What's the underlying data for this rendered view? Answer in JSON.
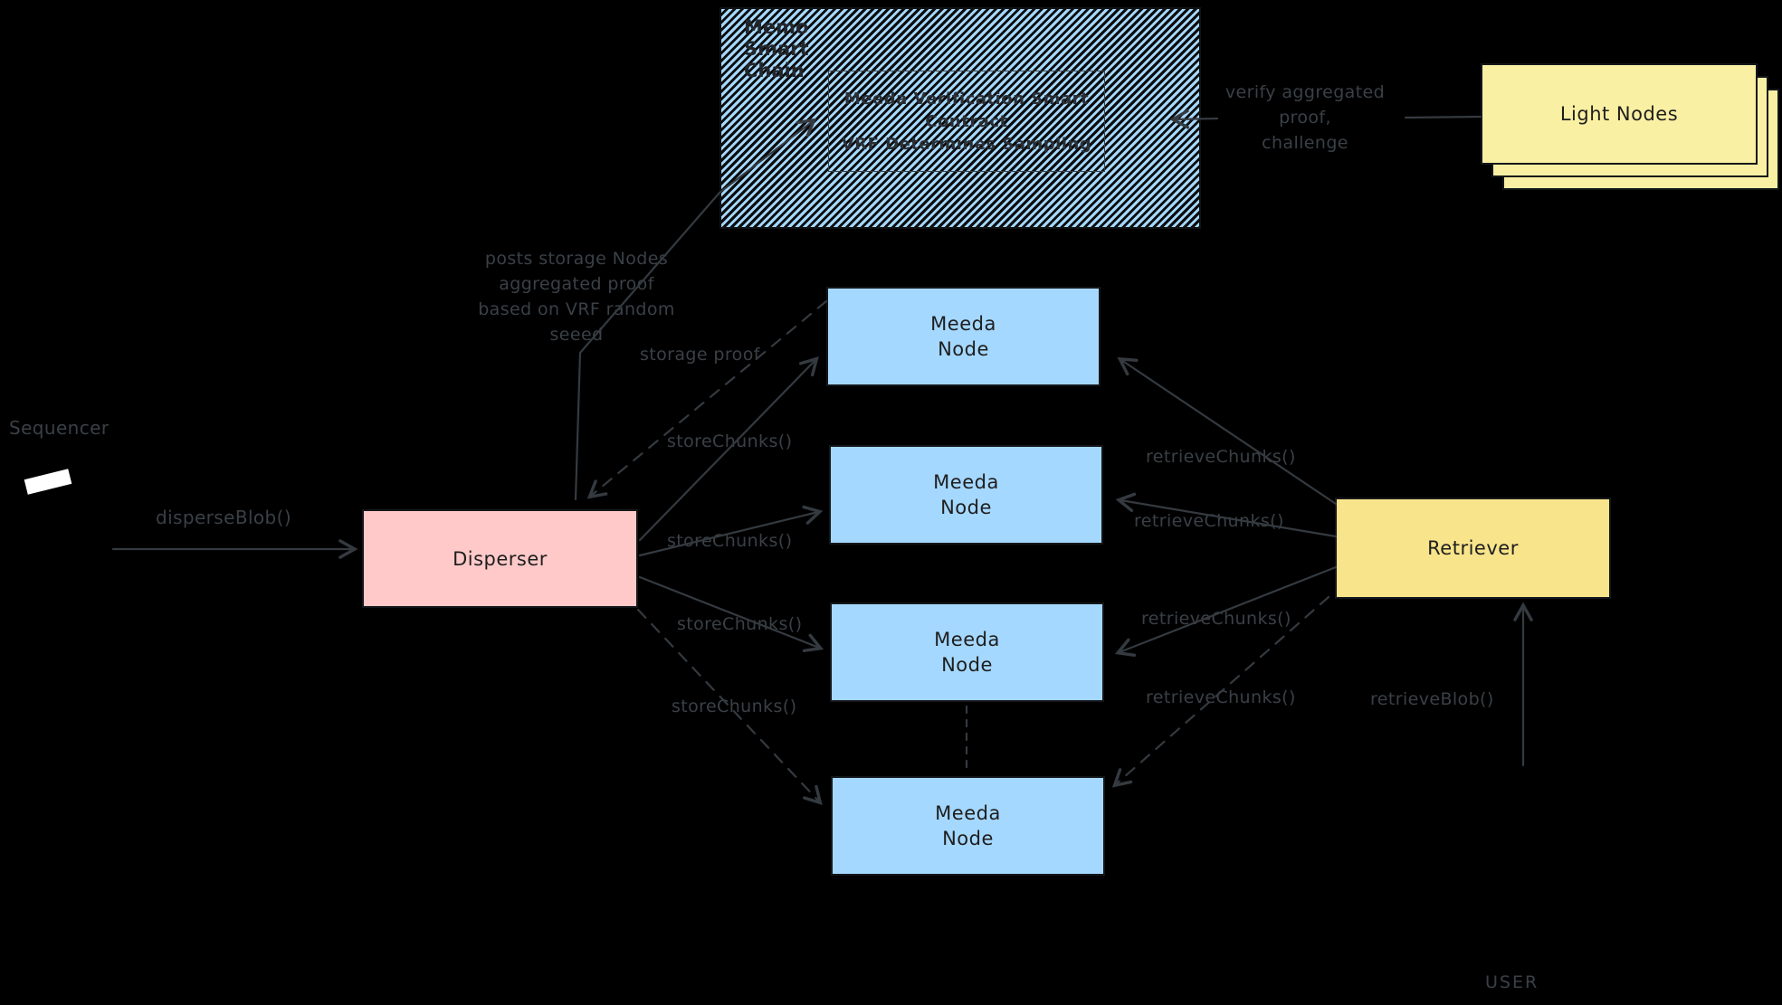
{
  "diagram": {
    "background_color": "#000000",
    "stroke_color": "#343a40",
    "chain_box": {
      "title": "Memo Smart Chain",
      "fill_color": "#a5d8ff",
      "contract_box": {
        "lines": [
          "Meeda Verification Smart",
          "Contract",
          "VRF Determines Sampling"
        ]
      }
    },
    "light_nodes": {
      "label": "Light Nodes",
      "fill_color": "#faf0a3"
    },
    "sequencer": {
      "label": "Sequencer"
    },
    "disperser": {
      "label": "Disperser",
      "fill_color": "#ffc9c9"
    },
    "meeda_nodes": [
      {
        "line1": "Meeda",
        "line2": "Node"
      },
      {
        "line1": "Meeda",
        "line2": "Node"
      },
      {
        "line1": "Meeda",
        "line2": "Node"
      },
      {
        "line1": "Meeda",
        "line2": "Node"
      }
    ],
    "meeda_fill_color": "#a5d8ff",
    "retriever": {
      "label": "Retriever",
      "fill_color": "#f8e48b"
    },
    "user": {
      "label": "USER"
    },
    "edges": {
      "disperse_blob": "disperseBlob()",
      "store_chunks": [
        "storeChunks()",
        "storeChunks()",
        "storeChunks()",
        "storeChunks()"
      ],
      "retrieve_chunks": [
        "retrieveChunks()",
        "retrieveChunks()",
        "retrieveChunks()",
        "retrieveChunks()"
      ],
      "storage_proof": "storage proof",
      "retrieve_blob": "retrieveBlob()",
      "posts_proof": {
        "lines": [
          "posts storage Nodes",
          "aggregated proof",
          "based on VRF random",
          "seeed"
        ]
      },
      "verify": {
        "lines": [
          "verify aggregated proof,",
          "challenge"
        ]
      }
    }
  }
}
